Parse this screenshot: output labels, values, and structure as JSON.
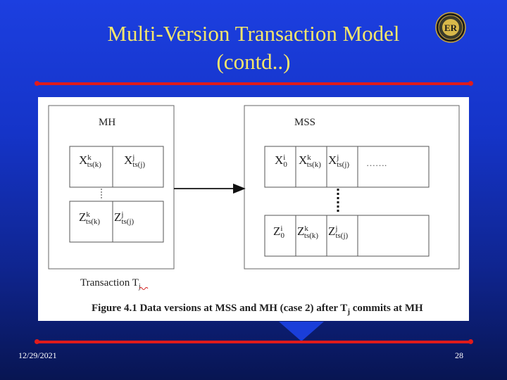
{
  "slide": {
    "title_line1": "Multi-Version Transaction Model",
    "title_line2": "(contd..)",
    "logo_text": "ER",
    "date": "12/29/2021",
    "page_number": "28"
  },
  "figure": {
    "mh_label": "MH",
    "mss_label": "MSS",
    "transaction_label": "Transaction T",
    "transaction_sub": "j",
    "caption": "Figure 4.1 Data versions at MSS and MH (case 2) after T",
    "caption_sub": "j",
    "caption_tail": " commits at MH",
    "mh_rows": [
      [
        {
          "base": "X",
          "sup": "k",
          "sub": "ts(k)"
        },
        {
          "base": "X",
          "sup": "j",
          "sub": "ts(j)"
        }
      ],
      [
        {
          "base": "Z",
          "sup": "k",
          "sub": "ts(k)"
        },
        {
          "base": "Z",
          "sup": "j",
          "sub": "ts(j)"
        }
      ]
    ],
    "mss_rows": [
      [
        {
          "base": "X",
          "sup": "i",
          "sub": "0"
        },
        {
          "base": "X",
          "sup": "k",
          "sub": "ts(k)"
        },
        {
          "base": "X",
          "sup": "j",
          "sub": "ts(j)"
        },
        {
          "base": "",
          "sup": "",
          "sub": "",
          "text": "……."
        }
      ],
      [
        {
          "base": "Z",
          "sup": "i",
          "sub": "0"
        },
        {
          "base": "Z",
          "sup": "k",
          "sub": "ts(k)"
        },
        {
          "base": "Z",
          "sup": "j",
          "sub": "ts(j)"
        },
        {
          "base": "",
          "sup": "",
          "sub": ""
        }
      ]
    ]
  },
  "colors": {
    "title": "#f5e66b",
    "rule": "#e01b1b",
    "background_top": "#1c3fe0",
    "background_bottom": "#081552"
  }
}
